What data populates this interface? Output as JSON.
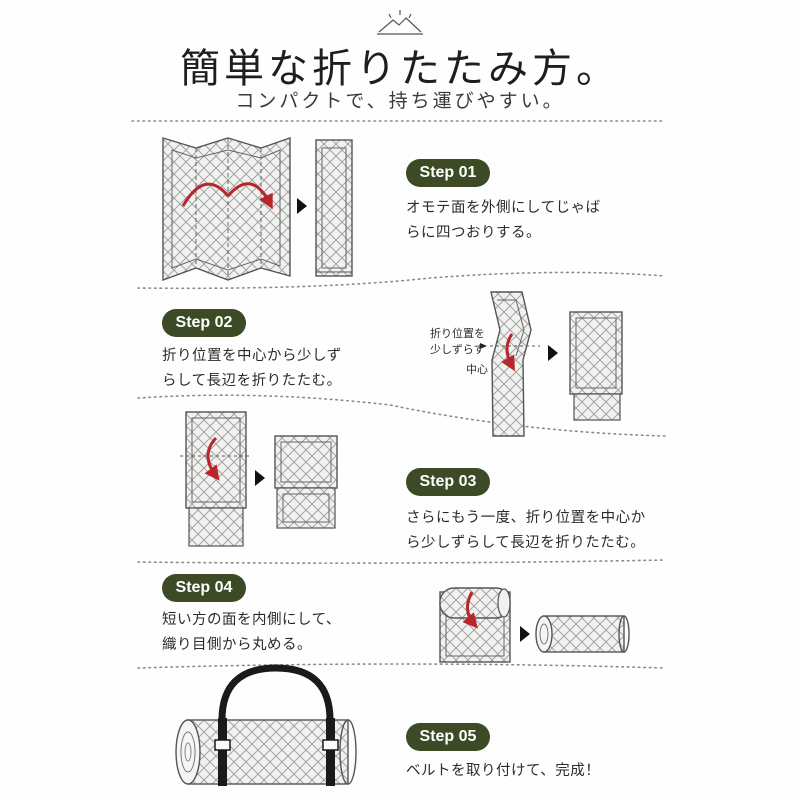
{
  "header": {
    "icon": "mountain-sun-icon",
    "title": "簡単な折りたたみ方。",
    "subtitle": "コンパクトで、持ち運びやすい。"
  },
  "colors": {
    "badge": "#3c4a25",
    "arrow": "#b8252b",
    "mat_fill": "#f1f1ef",
    "mat_line": "#555555",
    "quilt": "#9a9a9a",
    "divider": "#8a8a8a"
  },
  "steps": [
    {
      "badge": "Step 01",
      "lines": [
        "オモテ面を外側にしてじゃば",
        "らに四つおりする。"
      ]
    },
    {
      "badge": "Step 02",
      "lines": [
        "折り位置を中心から少しず",
        "らして長辺を折りたたむ。"
      ],
      "labels": {
        "fold_position": [
          "折り位置を",
          "少しずらす"
        ],
        "center": "中心"
      }
    },
    {
      "badge": "Step 03",
      "lines": [
        "さらにもう一度、折り位置を中心か",
        "ら少しずらして長辺を折りたたむ。"
      ]
    },
    {
      "badge": "Step 04",
      "lines": [
        "短い方の面を内側にして、",
        "織り目側から丸める。"
      ]
    },
    {
      "badge": "Step 05",
      "lines": [
        "ベルトを取り付けて、完成！"
      ]
    }
  ]
}
